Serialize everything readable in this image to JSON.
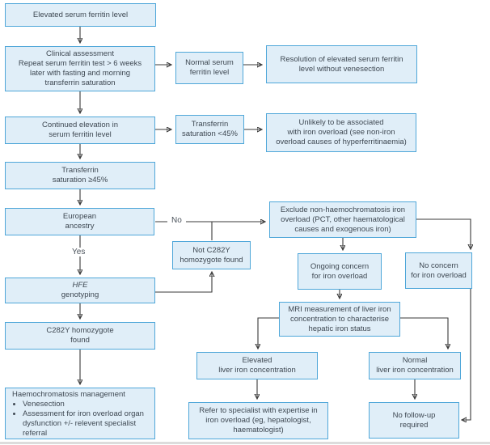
{
  "palette": {
    "box_fill": "#e0eef8",
    "box_border": "#4fa7d9",
    "text_color": "#3e4852",
    "line_color": "#3a3a3a"
  },
  "labels": {
    "no": "No",
    "yes": "Yes"
  },
  "nodes": {
    "elevated_ferritin": {
      "lines": [
        "Elevated serum ferritin level"
      ]
    },
    "clinical_assessment": {
      "lines": [
        "Clinical assessment",
        "Repeat serum ferritin test > 6 weeks",
        "later with fasting and morning",
        "transferrin saturation"
      ]
    },
    "normal_serum": {
      "lines": [
        "Normal serum",
        "ferritin level"
      ]
    },
    "resolution": {
      "lines": [
        "Resolution of elevated serum ferritin",
        "level without venesection"
      ]
    },
    "continued_elevation": {
      "lines": [
        "Continued elevation in",
        "serum ferritin level"
      ]
    },
    "transferrin_lt45": {
      "lines": [
        "Transferrin",
        "saturation <45%"
      ]
    },
    "unlikely": {
      "lines": [
        "Unlikely to be associated",
        "with iron overload (see non-iron",
        "overload causes of hyperferritinaemia)"
      ]
    },
    "transferrin_ge45": {
      "lines": [
        "Transferrin",
        "saturation ≥45%"
      ]
    },
    "european_ancestry": {
      "lines": [
        "European",
        "ancestry"
      ]
    },
    "not_c282y": {
      "lines": [
        "Not C282Y",
        "homozygote found"
      ]
    },
    "hfe_genotyping": {
      "lines": [
        "HFE",
        "genotyping"
      ]
    },
    "c282y_found": {
      "lines": [
        "C282Y homozygote",
        "found"
      ]
    },
    "management": {
      "title": "Haemochromatosis management",
      "bullets": [
        "Venesection",
        "Assessment for iron overload organ dysfunction +/- relevent specialist referral"
      ]
    },
    "exclude": {
      "lines": [
        "Exclude non-haemochromatosis iron",
        "overload (PCT, other haematological",
        "causes and exogenous iron)"
      ]
    },
    "ongoing_concern": {
      "lines": [
        "Ongoing concern",
        "for iron overload"
      ]
    },
    "no_concern": {
      "lines": [
        "No concern",
        "for iron overload"
      ]
    },
    "mri": {
      "lines": [
        "MRI measurement of liver iron",
        "concentration to characterise",
        "hepatic iron status"
      ]
    },
    "elevated_liver": {
      "lines": [
        "Elevated",
        "liver iron concentration"
      ]
    },
    "normal_liver": {
      "lines": [
        "Normal",
        "liver iron concentration"
      ]
    },
    "refer": {
      "lines": [
        "Refer to specialist with expertise in",
        "iron overload (eg, hepatologist,",
        "haematologist)"
      ]
    },
    "no_followup": {
      "lines": [
        "No follow-up",
        "required"
      ]
    }
  }
}
